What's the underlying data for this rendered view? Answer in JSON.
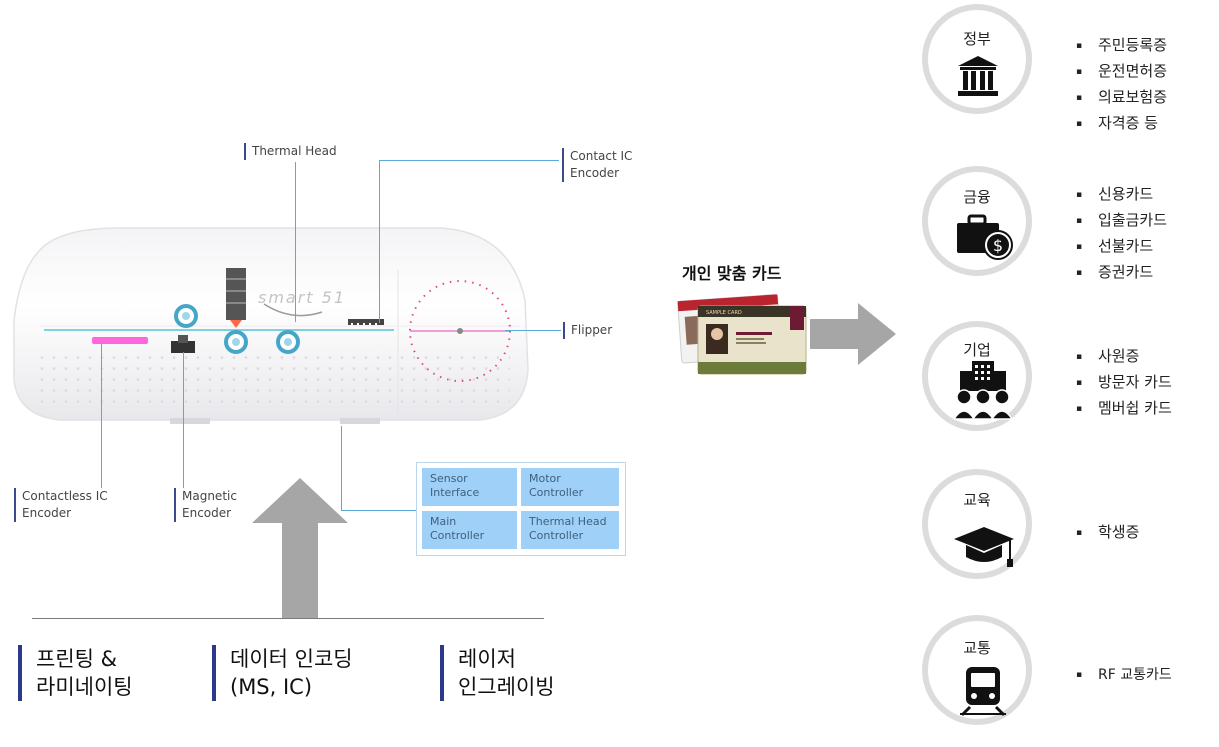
{
  "device_labels": {
    "thermal_head": "Thermal Head",
    "contact_ic": [
      "Contact IC",
      "Encoder"
    ],
    "flipper": "Flipper",
    "contactless_ic": [
      "Contactless IC",
      "Encoder"
    ],
    "magnetic": [
      "Magnetic",
      "Encoder"
    ],
    "brand": "smart 51"
  },
  "controllers": [
    [
      "Sensor",
      "Interface"
    ],
    [
      "Motor",
      "Controller"
    ],
    [
      "Main",
      "Controller"
    ],
    [
      "Thermal Head",
      "Controller"
    ]
  ],
  "bottom_labels": [
    [
      "프린팅 &",
      "라미네이팅"
    ],
    [
      "데이터 인코딩",
      "(MS, IC)"
    ],
    [
      "레이저",
      "인그레이빙"
    ]
  ],
  "custom_card_title": "개인 맞춤 카드",
  "card_header_text": "SAMPLE CARD",
  "categories": [
    {
      "title": "정부",
      "icon": "government-building-icon",
      "items": [
        "주민등록증",
        "운전면허증",
        "의료보험증",
        "자격증 등"
      ]
    },
    {
      "title": "금융",
      "icon": "money-briefcase-icon",
      "items": [
        "신용카드",
        "입출금카드",
        "선불카드",
        "증권카드"
      ]
    },
    {
      "title": "기업",
      "icon": "company-people-icon",
      "items": [
        "사원증",
        "방문자 카드",
        "멤버쉽 카드"
      ]
    },
    {
      "title": "교육",
      "icon": "graduation-cap-icon",
      "items": [
        "학생증"
      ]
    },
    {
      "title": "교통",
      "icon": "train-icon",
      "items": [
        "RF 교통카드"
      ]
    }
  ],
  "colors": {
    "accent_line": "#5aa9d6",
    "controller_cell": "#9fd0f7",
    "label_bar": "#3a4a8a",
    "arrow_gray": "#a6a6a6",
    "circle_border": "#dcdcdc",
    "flipper_dots": "#e64b6e",
    "magenta_slot": "#ff66dd"
  }
}
